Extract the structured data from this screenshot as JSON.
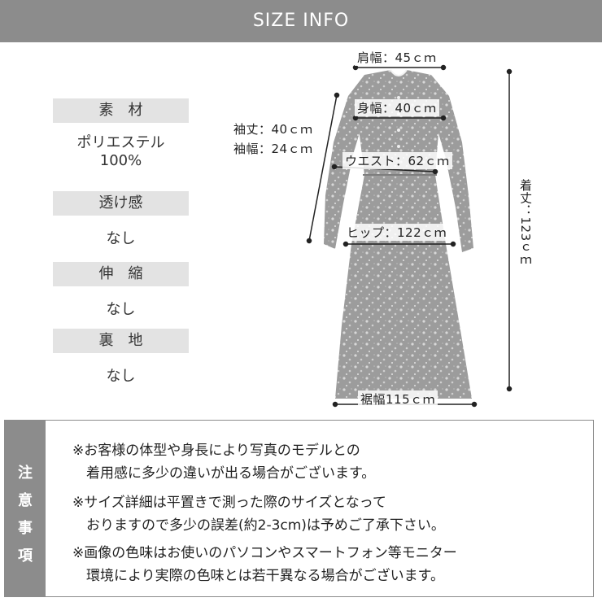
{
  "header": {
    "title": "SIZE INFO"
  },
  "specs": [
    {
      "label": "素　材",
      "value_line1": "ポリエステル",
      "value_line2": "100%"
    },
    {
      "label": "透け感",
      "value": "なし"
    },
    {
      "label": "伸　縮",
      "value": "なし"
    },
    {
      "label": "裏　地",
      "value": "なし"
    }
  ],
  "measurements": {
    "shoulder": "肩幅：45ｃｍ",
    "chest": "身幅：40ｃｍ",
    "sleeve_length": "袖丈：40ｃｍ",
    "sleeve_width": "袖幅：24ｃｍ",
    "waist": "ウエスト：62ｃｍ",
    "hip": "ヒップ：122ｃｍ",
    "hem": "裾幅115ｃｍ",
    "length": "着丈：123ｃｍ"
  },
  "notes": {
    "side_label": [
      "注",
      "意",
      "事",
      "項"
    ],
    "lines": [
      "※お客様の体型や身長により写真のモデルとの",
      "　着用感に多少の違いが出る場合がございます。",
      "※サイズ詳細は平置きで測った際のサイズとなって",
      "　おりますので多少の誤差(約2-3cm)は予めご了承下さい。",
      "※画像の色味はお使いのパソコンやスマートフォン等モニター",
      "　環境により実際の色味とは若干異なる場合がございます。"
    ]
  },
  "colors": {
    "header_bg": "#8c8c8c",
    "label_bg": "#e3e3e3",
    "dress": "#9a9a9a"
  }
}
